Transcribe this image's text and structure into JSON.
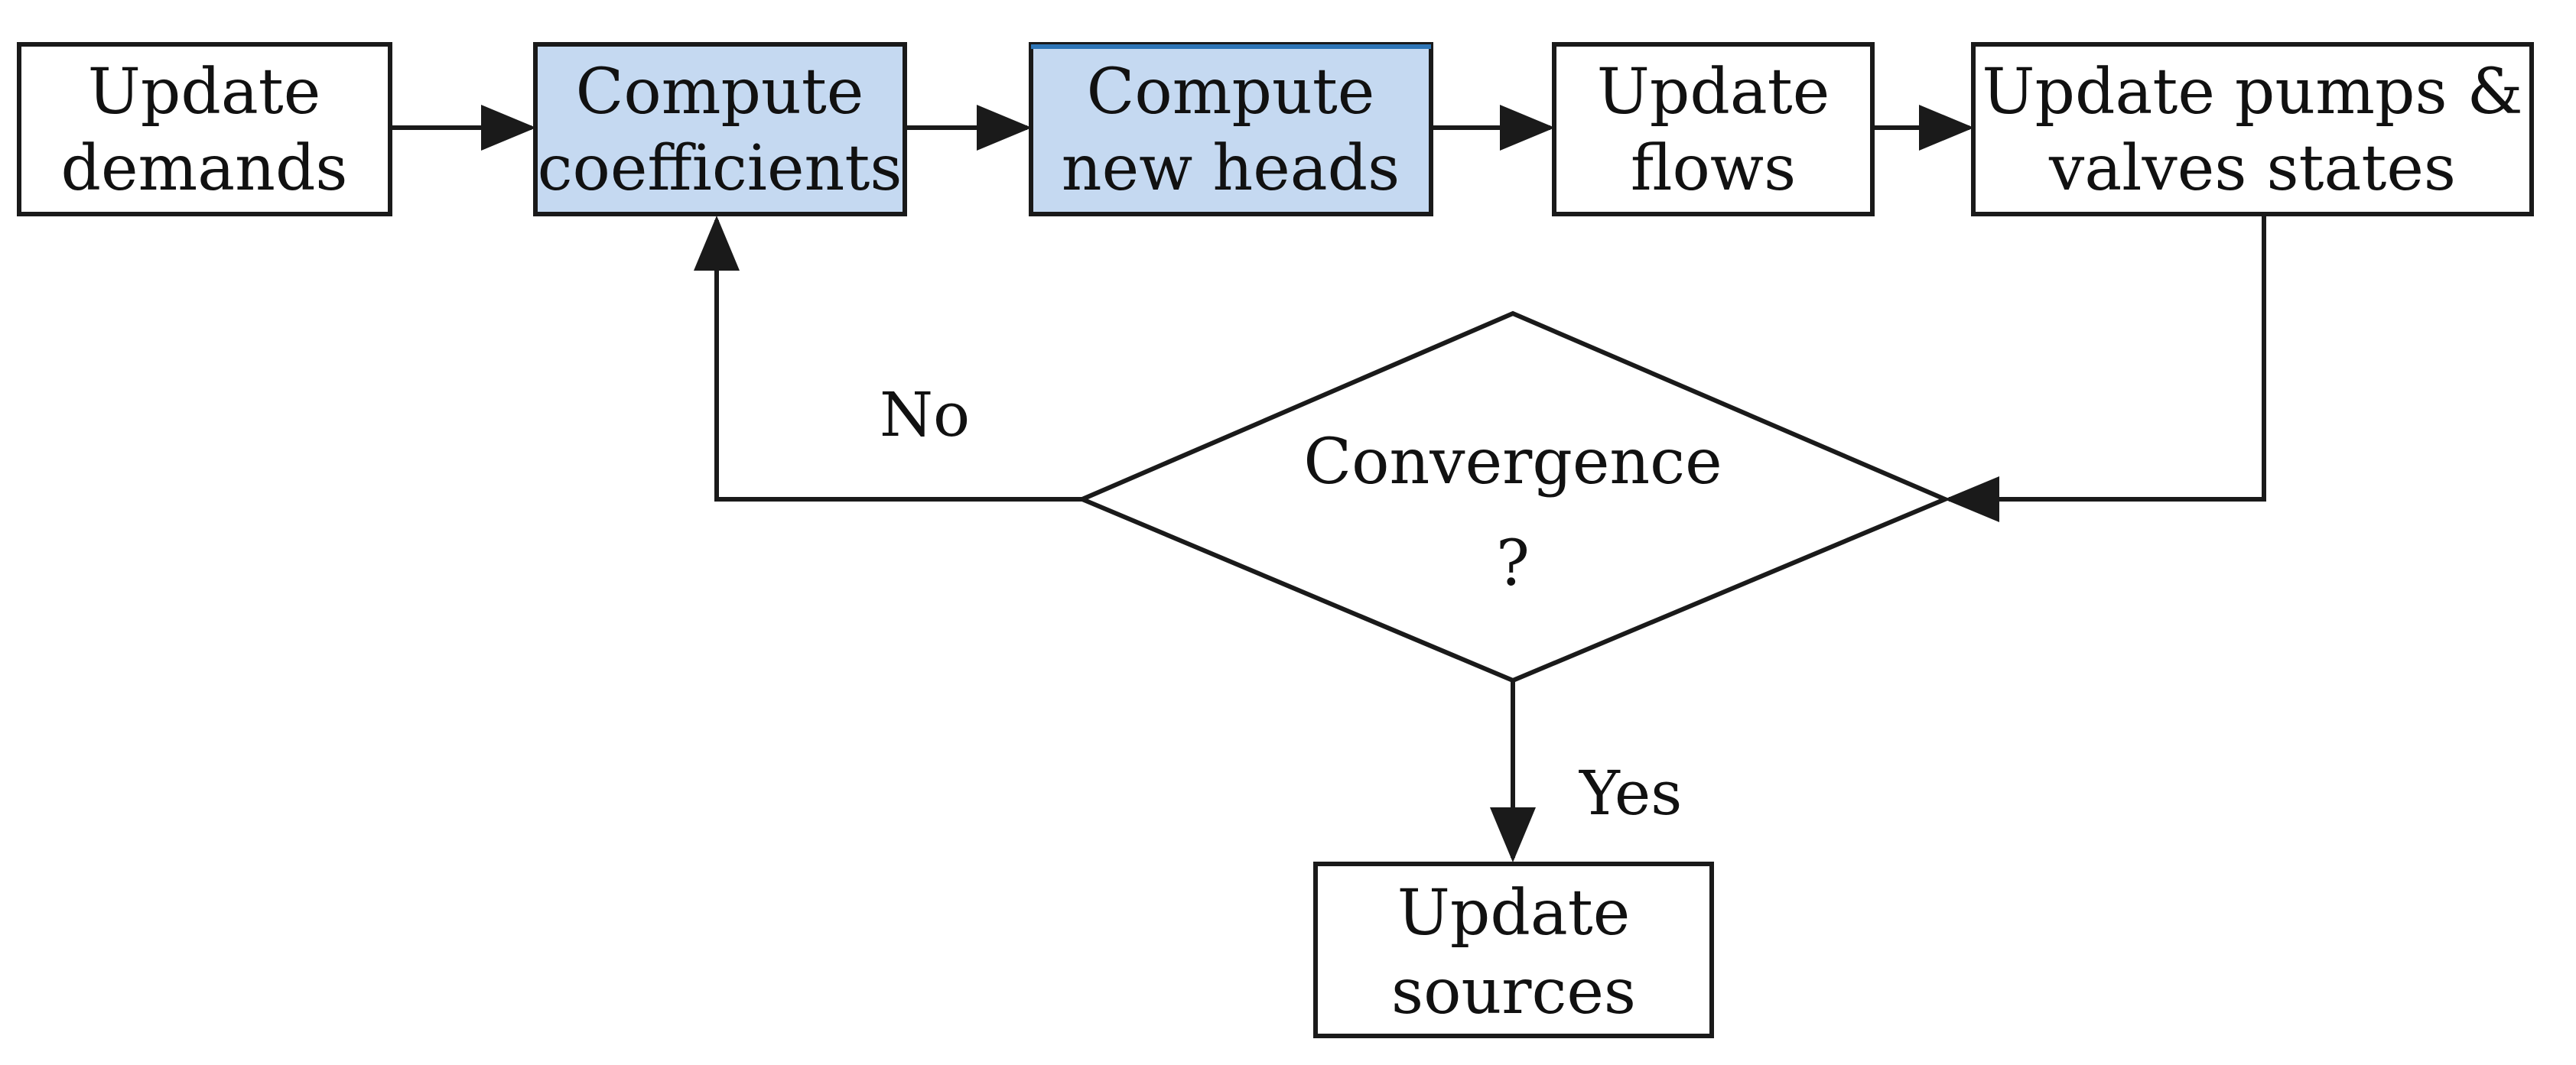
{
  "diagram": {
    "nodes": [
      {
        "id": "update-demands",
        "lines": [
          "Update",
          "demands"
        ],
        "highlighted": false
      },
      {
        "id": "compute-coefficients",
        "lines": [
          "Compute",
          "coefficients"
        ],
        "highlighted": true
      },
      {
        "id": "compute-new-heads",
        "lines": [
          "Compute",
          "new heads"
        ],
        "highlighted": true
      },
      {
        "id": "update-flows",
        "lines": [
          "Update",
          "flows"
        ],
        "highlighted": false
      },
      {
        "id": "update-pumps-valves",
        "lines": [
          "Update pumps &",
          "valves states"
        ],
        "highlighted": false
      },
      {
        "id": "update-sources",
        "lines": [
          "Update",
          "sources"
        ],
        "highlighted": false
      }
    ],
    "decision": {
      "lines": [
        "Convergence",
        "?"
      ]
    },
    "edge_labels": {
      "no": "No",
      "yes": "Yes"
    },
    "colors": {
      "highlight_fill": "#c5d9f1",
      "highlight_border": "#2e75b6",
      "stroke": "#1a1a1a",
      "box_fill": "#ffffff"
    }
  }
}
